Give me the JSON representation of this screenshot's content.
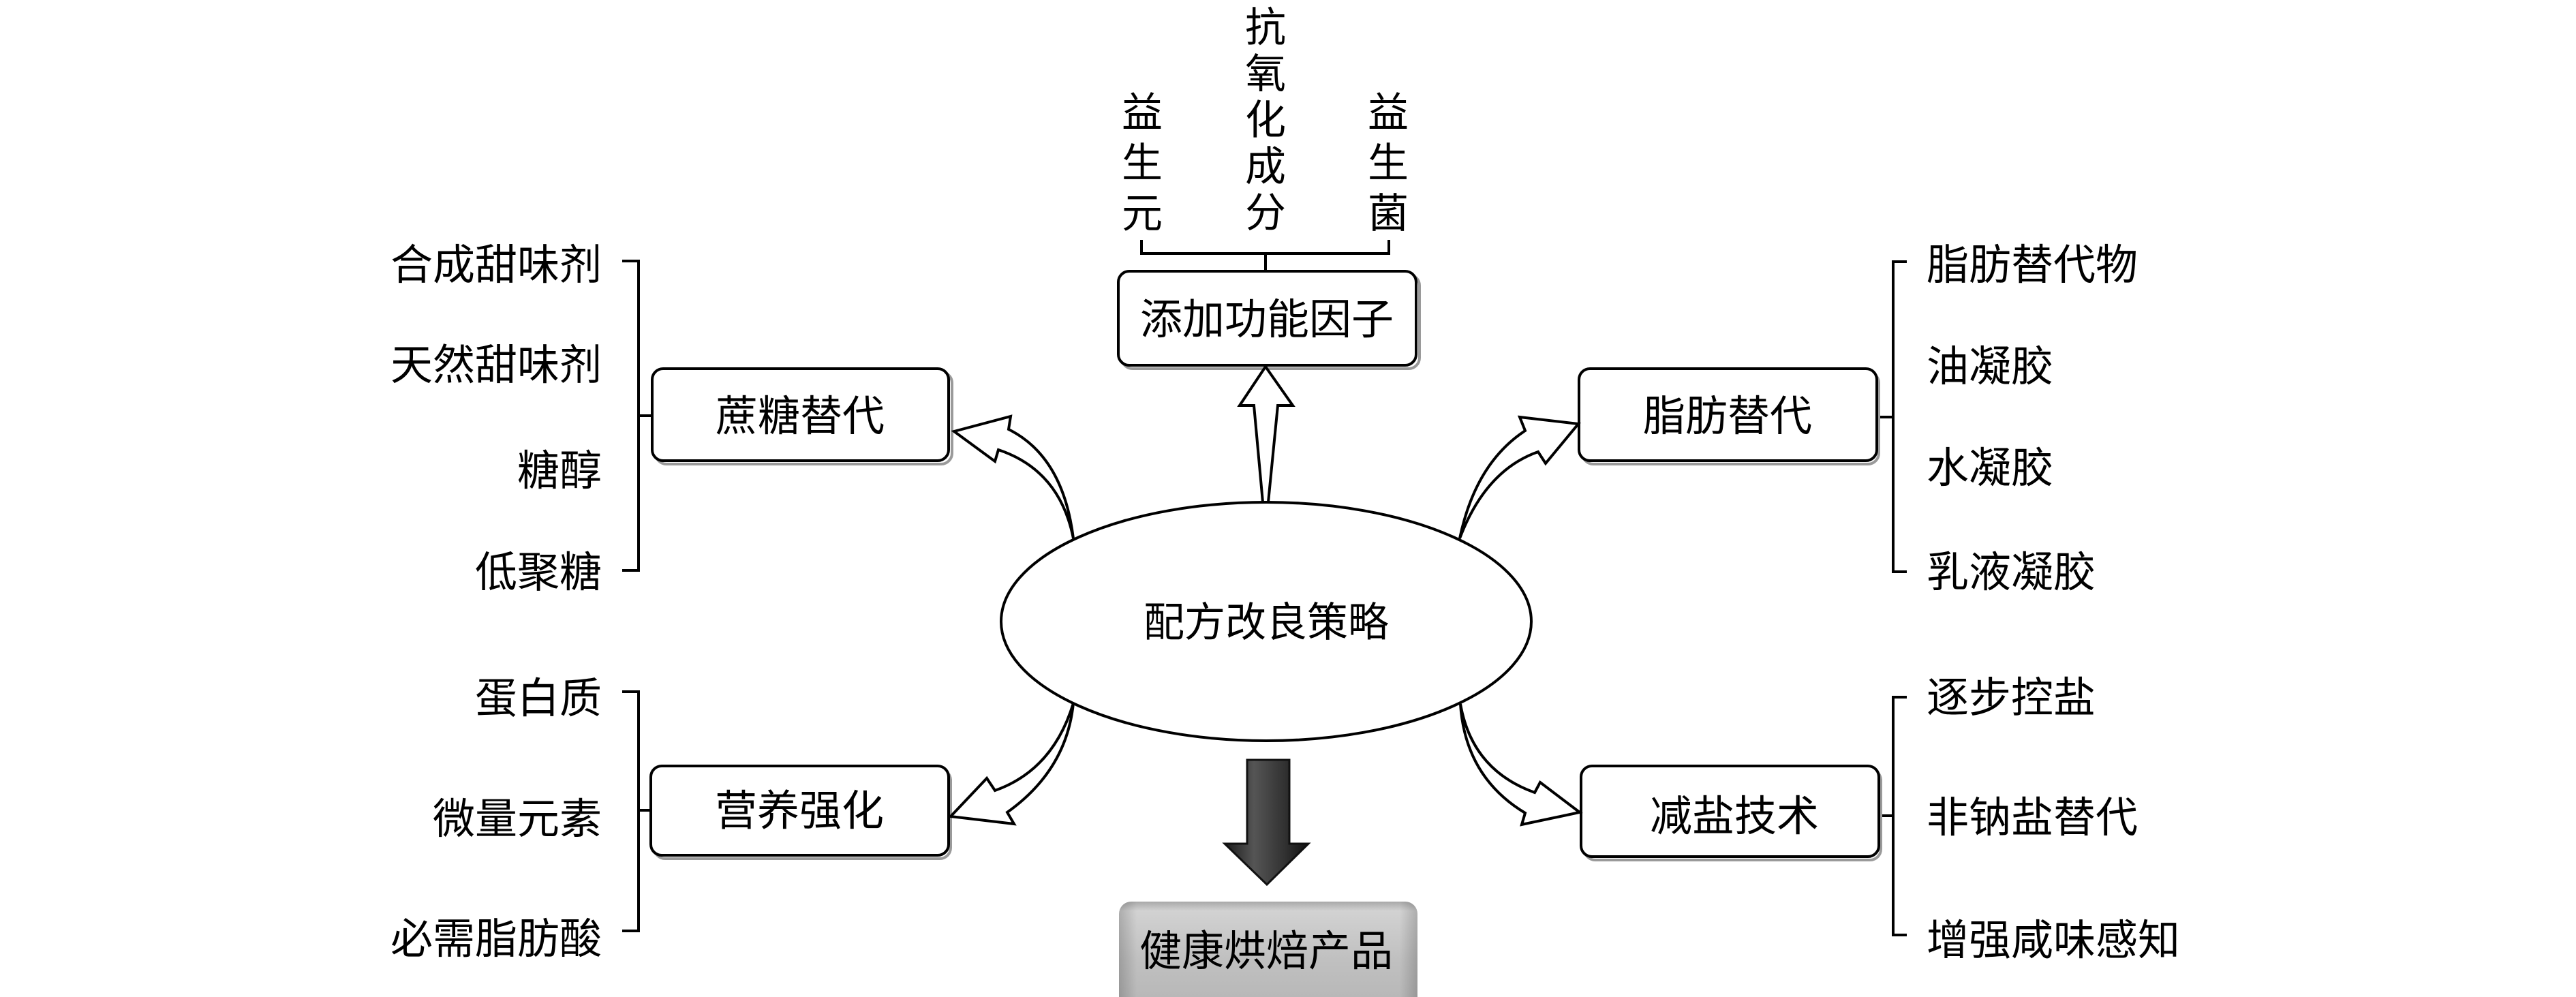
{
  "diagram": {
    "center": {
      "label": "配方改良策略"
    },
    "top": {
      "label": "添加功能因子",
      "items": [
        "益生元",
        "抗氧化成分",
        "益生菌"
      ]
    },
    "upper_left": {
      "label": "蔗糖替代",
      "items": [
        "合成甜味剂",
        "天然甜味剂",
        "糖醇",
        "低聚糖"
      ]
    },
    "upper_right": {
      "label": "脂肪替代",
      "items": [
        "脂肪替代物",
        "油凝胶",
        "水凝胶",
        "乳液凝胶"
      ]
    },
    "lower_left": {
      "label": "营养强化",
      "items": [
        "蛋白质",
        "微量元素",
        "必需脂肪酸"
      ]
    },
    "lower_right": {
      "label": "减盐技术",
      "items": [
        "逐步控盐",
        "非钠盐替代",
        "增强咸味感知"
      ]
    },
    "output": {
      "label": "健康烘焙产品"
    },
    "colors": {
      "stroke": "#000000",
      "background": "#ffffff",
      "output_fill": "#bdbdbd",
      "down_arrow_fill": "#3a3a3a"
    }
  }
}
